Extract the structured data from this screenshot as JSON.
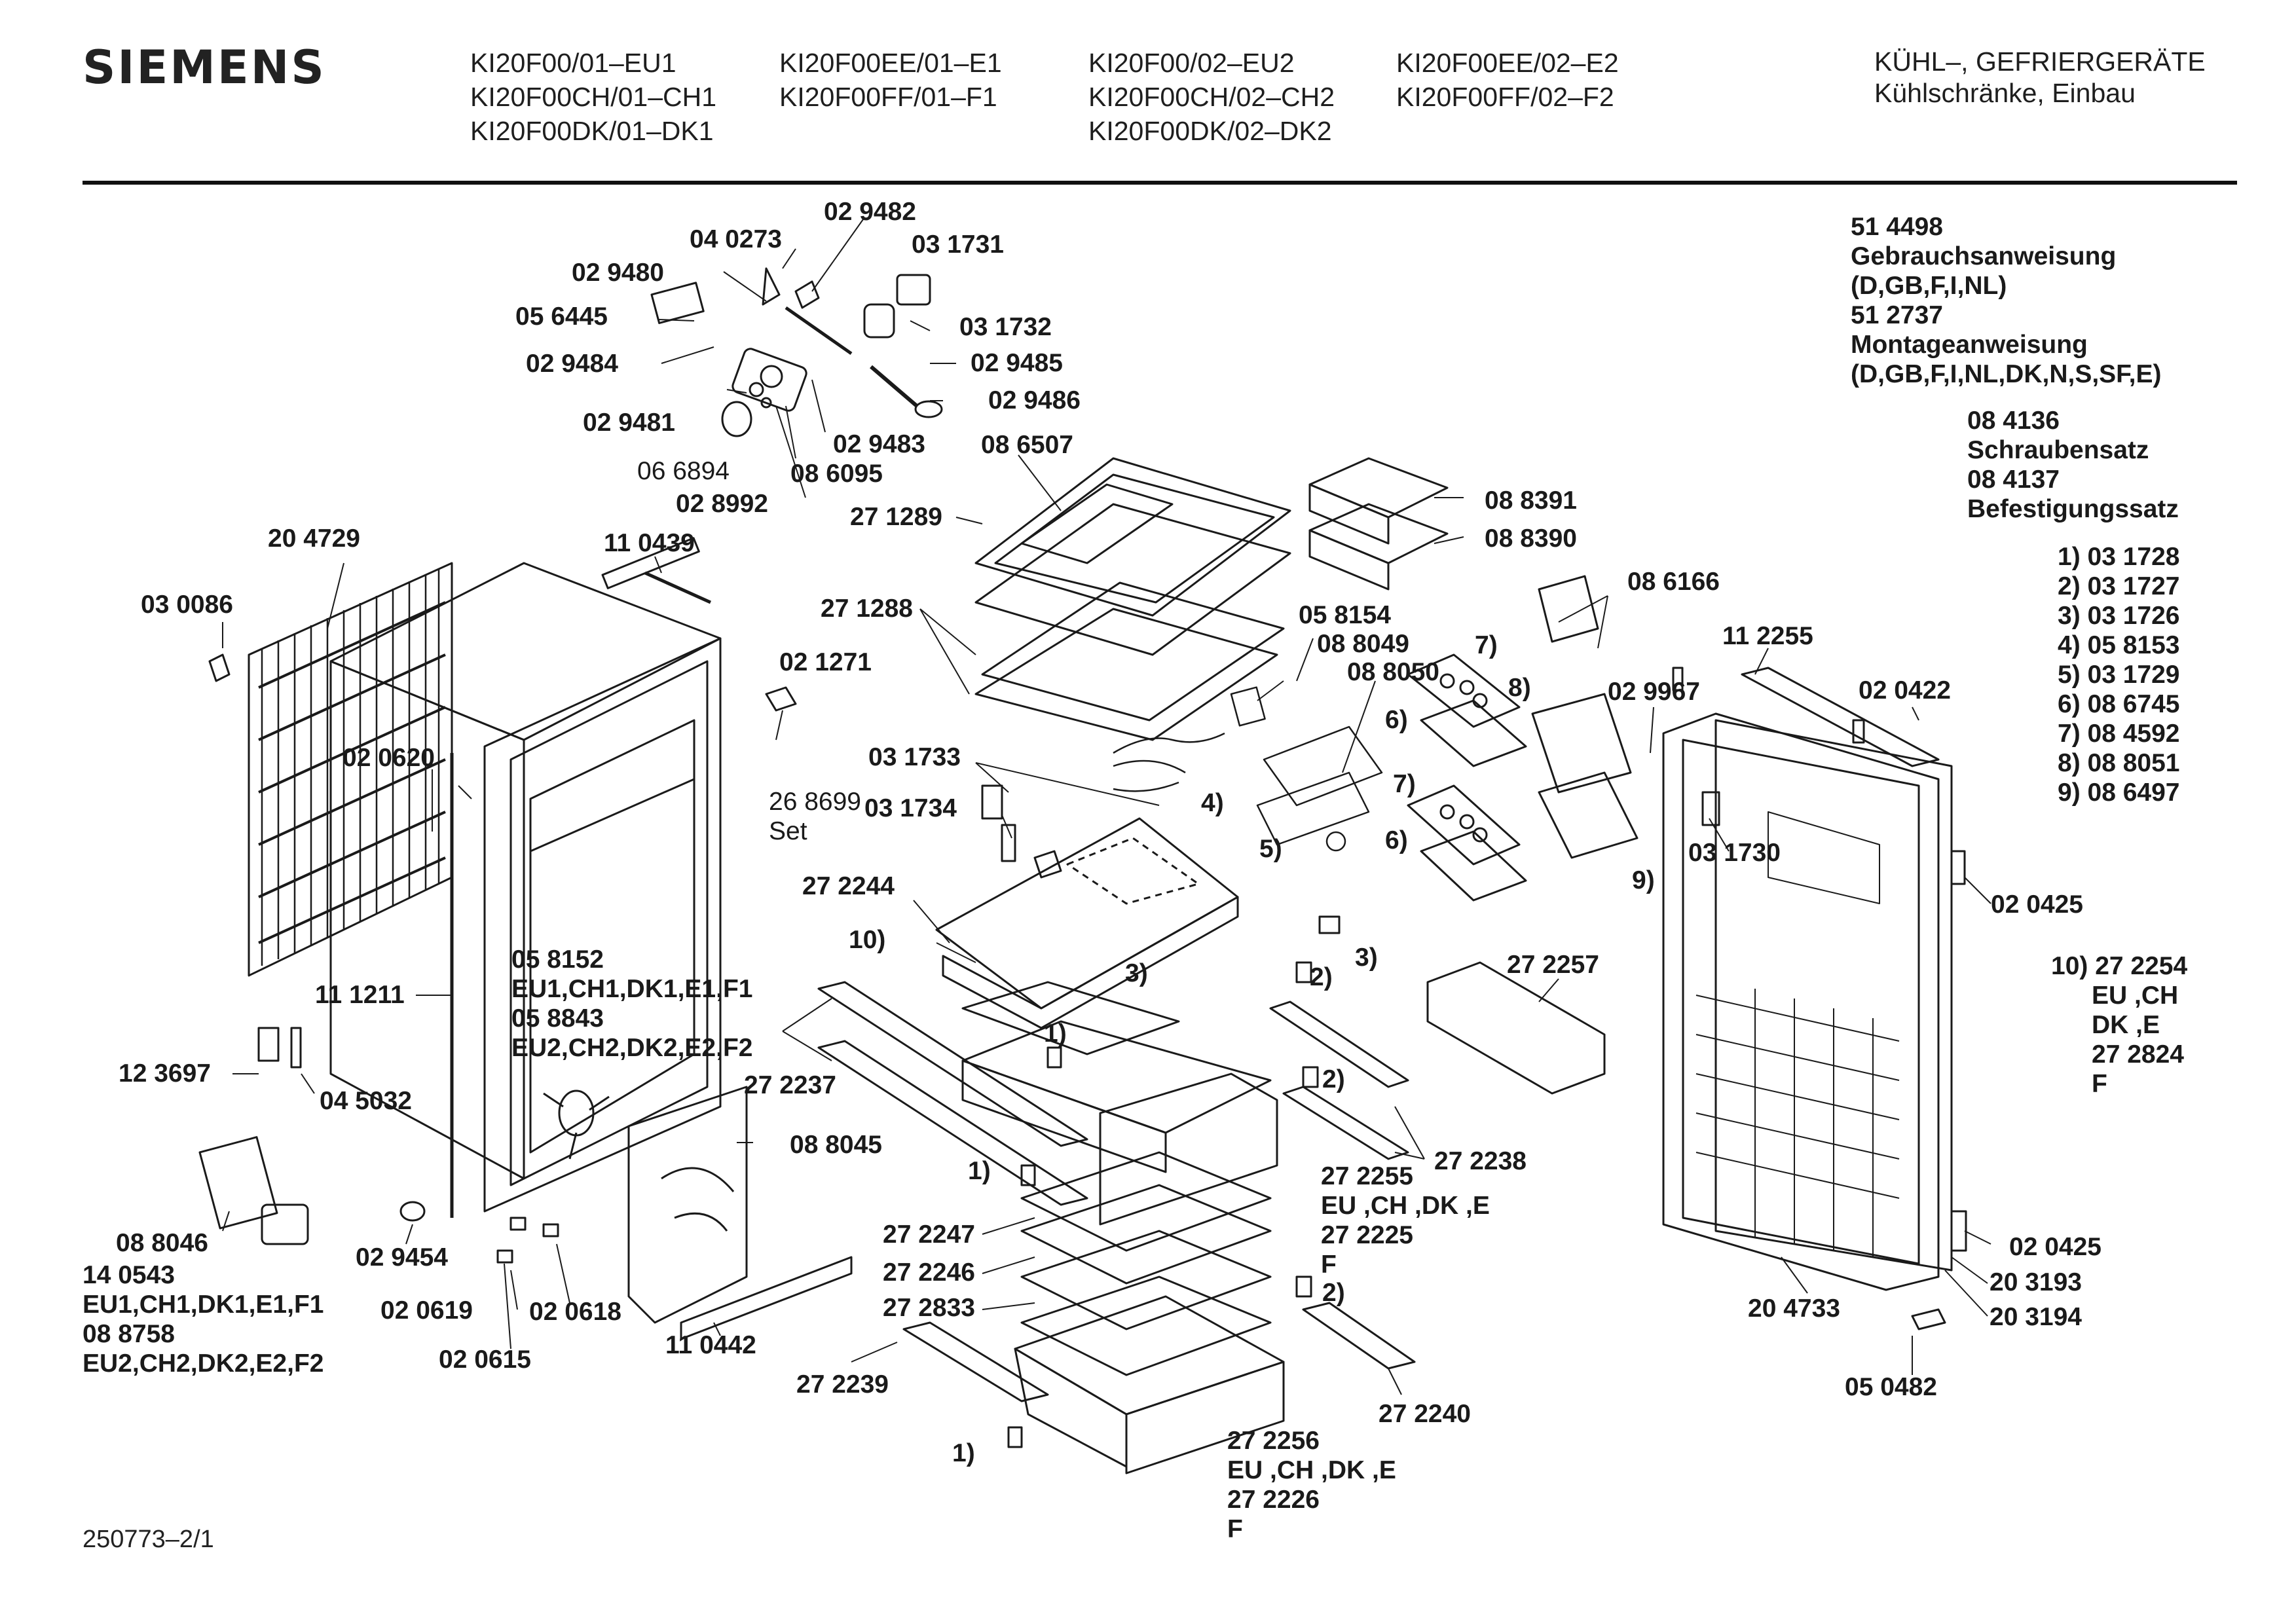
{
  "header": {
    "brand": "SIEMENS",
    "models": [
      "KI20F00/01–EU1",
      "KI20F00CH/01–CH1",
      "KI20F00DK/01–DK1",
      "KI20F00EE/01–E1",
      "KI20F00FF/01–F1",
      "KI20F00/02–EU2",
      "KI20F00CH/02–CH2",
      "KI20F00DK/02–DK2",
      "KI20F00EE/02–E2",
      "KI20F00FF/02–F2"
    ],
    "category_line1": "KÜHL–, GEFRIERGERÄTE",
    "category_line2": "Kühlschränke, Einbau"
  },
  "docs": [
    "51 4498",
    "Gebrauchsanweisung",
    "(D,GB,F,I,NL)",
    "51 2737",
    "Montageanweisung",
    "(D,GB,F,I,NL,DK,N,S,SF,E)"
  ],
  "sets": [
    "08 4136",
    "Schraubensatz",
    "08 4137",
    "Befestigungssatz"
  ],
  "footnotes": [
    "1) 03 1728",
    "2) 03 1727",
    "3) 03 1726",
    "4) 05 8153",
    "5) 03 1729",
    "6) 08 6745",
    "7) 08 4592",
    "8) 08 8051",
    "9) 08 6497"
  ],
  "variant_notes": {
    "n10": [
      "10) 27 2254",
      "EU ,CH",
      "DK ,E",
      "27 2824",
      "F"
    ],
    "n272255": [
      "27 2255",
      "EU ,CH ,DK ,E",
      "27 2225",
      "F"
    ],
    "n272256": [
      "27 2256",
      "EU ,CH ,DK ,E",
      "27 2226",
      "F"
    ],
    "n058152": [
      "05 8152",
      "EU1,CH1,DK1,E1,F1",
      "05 8843",
      "EU2,CH2,DK2,E2,F2"
    ],
    "n140543": [
      "14 0543",
      "EU1,CH1,DK1,E1,F1",
      "08 8758",
      "EU2,CH2,DK2,E2,F2"
    ],
    "n268699": [
      "26 8699",
      "Set"
    ]
  },
  "labels": {
    "p029482": "02 9482",
    "p040273": "04 0273",
    "p031731": "03 1731",
    "p029480": "02 9480",
    "p056445": "05 6445",
    "p031732": "03 1732",
    "p029484": "02 9484",
    "p029485": "02 9485",
    "p029486": "02 9486",
    "p029481": "02 9481",
    "p029483": "02 9483",
    "p086507": "08 6507",
    "p066894": "06 6894",
    "p086095": "08 6095",
    "p028992": "02 8992",
    "p271289": "27 1289",
    "p088391": "08 8391",
    "p088390": "08 8390",
    "p204729": "20 4729",
    "p110439": "11 0439",
    "p030086": "03 0086",
    "p271288": "27 1288",
    "p058154": "05 8154",
    "p086166": "08 6166",
    "p088049": "08 8049",
    "p088050": "08 8050",
    "p112255": "11 2255",
    "p021271": "02 1271",
    "p029967": "02 9967",
    "p020422": "02 0422",
    "p020620": "02 0620",
    "p031733": "03 1733",
    "p031734": "03 1734",
    "p031730": "03 1730",
    "p272244": "27 2244",
    "p020425a": "02 0425",
    "p111211": "11 1211",
    "p272257": "27 2257",
    "p272237": "27 2237",
    "p123697": "12 3697",
    "p045032": "04 5032",
    "p088045": "08 8045",
    "p272238": "27 2238",
    "p272247": "27 2247",
    "p272246": "27 2246",
    "p272833": "27 2833",
    "p088046": "08 8046",
    "p029454": "02 9454",
    "p020425b": "02 0425",
    "p203193": "20 3193",
    "p204733": "20 4733",
    "p203194": "20 3194",
    "p020619": "02 0619",
    "p020618": "02 0618",
    "p020615": "02 0615",
    "p110442": "11 0442",
    "p272239": "27 2239",
    "p272240": "27 2240",
    "p050482": "05 0482",
    "r1a": "1)",
    "r1b": "1)",
    "r1c": "1)",
    "r2a": "2)",
    "r2b": "2)",
    "r2c": "2)",
    "r3a": "3)",
    "r3b": "3)",
    "r4": "4)",
    "r5": "5)",
    "r6a": "6)",
    "r6b": "6)",
    "r7a": "7)",
    "r7b": "7)",
    "r8": "8)",
    "r9": "9)",
    "r10": "10)"
  },
  "footer": "250773–2/1"
}
